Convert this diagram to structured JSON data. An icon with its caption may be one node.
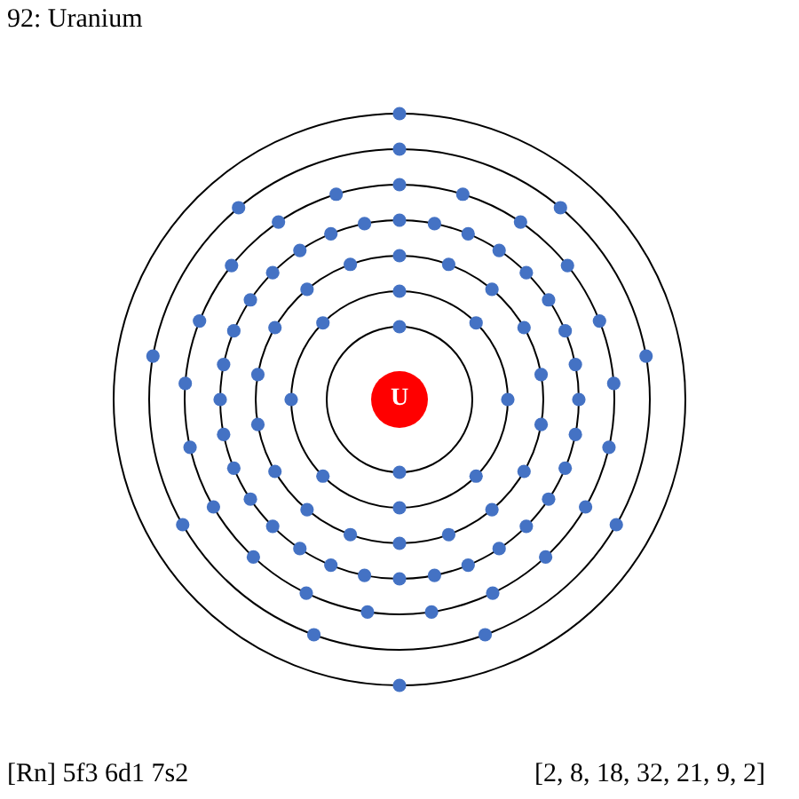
{
  "diagram": {
    "title": "92: Uranium",
    "nodes": [
      {
        "text": [
          "U"
        ]
      }
    ],
    "labels": [
      "[Rn] 5f3 6d1 7s2",
      "[2, 8, 18, 32, 21, 9, 2]"
    ]
  }
}
